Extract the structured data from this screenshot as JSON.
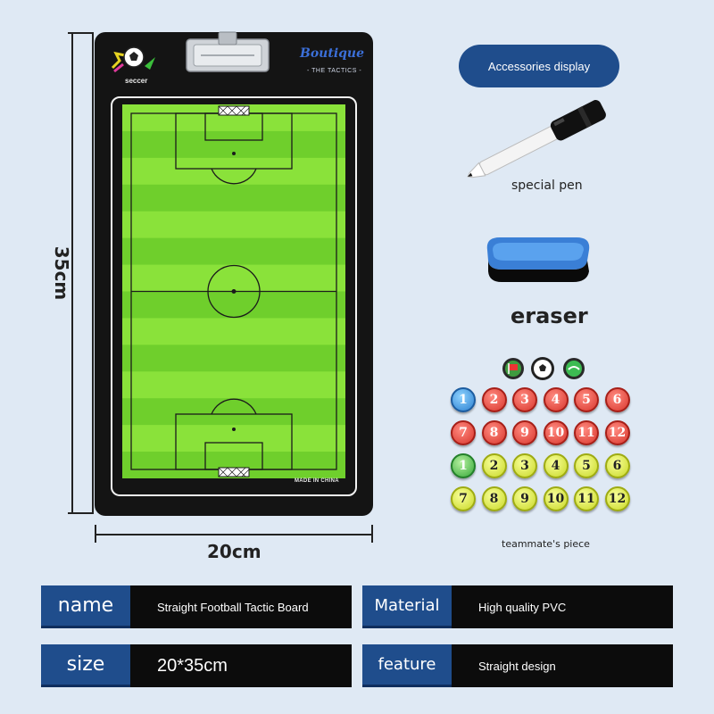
{
  "board": {
    "brand_title": "Boutique",
    "brand_subtitle": "- THE TACTICS -",
    "logo_text": "seccer",
    "made_in": "MADE IN CHINA",
    "field_colors": {
      "light": "#8ae23a",
      "dark": "#6fcf2c",
      "lines": "#1b1b1b"
    }
  },
  "dimensions": {
    "height_label": "35cm",
    "width_label": "20cm"
  },
  "accessories": {
    "title": "Accessories display",
    "pen_caption": "special pen",
    "eraser_caption": "eraser",
    "pieces_caption": "teammate's piece",
    "icon_pieces": [
      "flag-icon",
      "soccer-ball-icon",
      "green-badge-icon"
    ],
    "piece_rows": [
      {
        "color": "blue-red",
        "numbers": [
          "1",
          "2",
          "3",
          "4",
          "5",
          "6"
        ]
      },
      {
        "color": "red",
        "numbers": [
          "7",
          "8",
          "9",
          "10",
          "11",
          "12"
        ]
      },
      {
        "color": "green-yellow",
        "numbers": [
          "1",
          "2",
          "3",
          "4",
          "5",
          "6"
        ]
      },
      {
        "color": "yellow",
        "numbers": [
          "7",
          "8",
          "9",
          "10",
          "11",
          "12"
        ]
      }
    ]
  },
  "specs": [
    {
      "label": "name",
      "value": "Straight Football Tactic Board"
    },
    {
      "label": "Material",
      "value": "High quality PVC"
    },
    {
      "label": "size",
      "value": "20*35cm"
    },
    {
      "label": "feature",
      "value": "Straight design"
    }
  ],
  "colors": {
    "accent_blue": "#1f4d8c",
    "background": "#dfe9f4",
    "board": "#141414"
  }
}
